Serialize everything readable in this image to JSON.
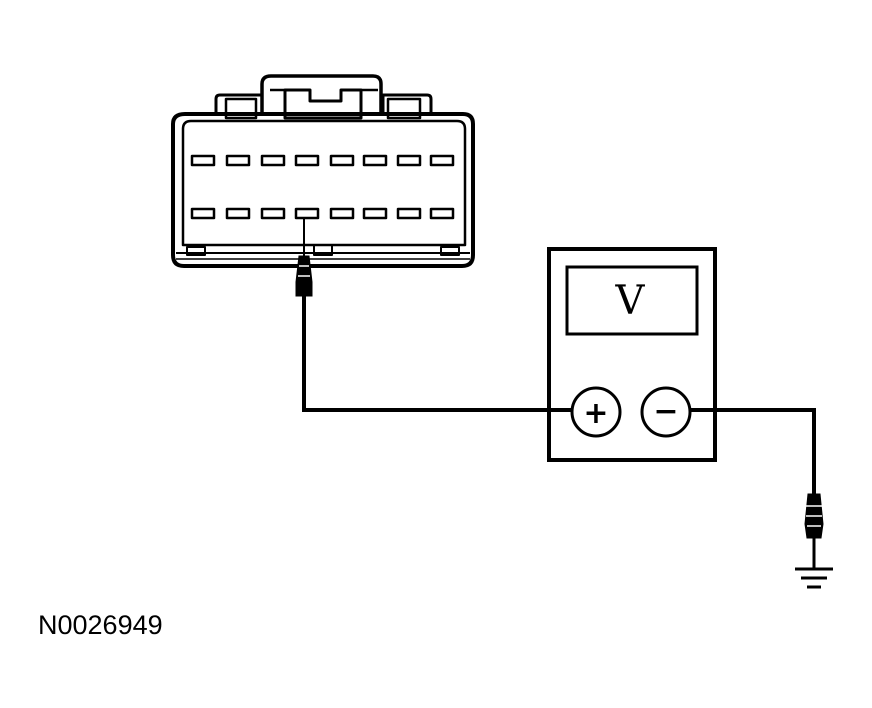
{
  "diagram": {
    "figure_id": "N0026949",
    "meter_display": "V",
    "positive_terminal": "+",
    "negative_terminal": "−",
    "connector_pins_per_row": 8,
    "connector_rows": 2
  }
}
